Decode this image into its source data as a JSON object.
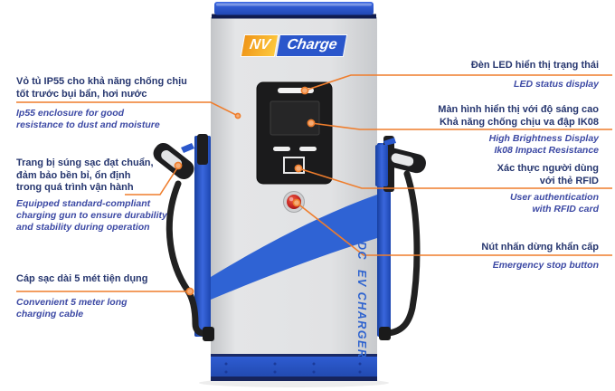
{
  "device": {
    "brand": {
      "nv": "NV",
      "charge": "Charge"
    },
    "side_label": "DC  EV CHARGER"
  },
  "callouts": {
    "left": [
      {
        "vi": "Vỏ tủ IP55 cho khả năng chống chịu\ntốt trước bụi bẩn, hơi nước",
        "en": "Ip55 enclosure for good\nresistance to dust and moisture"
      },
      {
        "vi": "Trang bị súng sạc đạt chuẩn,\nđảm bảo bền bỉ, ổn định\ntrong quá trình vận hành",
        "en": "Equipped standard-compliant\ncharging gun to ensure durability\nand stability during operation"
      },
      {
        "vi": "Cáp sạc dài 5 mét tiện dụng",
        "en": "Convenient 5 meter long\ncharging cable"
      }
    ],
    "right": [
      {
        "vi": "Đèn LED hiển thị trạng thái",
        "en": "LED status display"
      },
      {
        "vi": "Màn hình hiển thị với độ sáng cao\nKhả năng chống chịu va đập IK08",
        "en": "High Brightness Display\nIk08 Impact Resistance"
      },
      {
        "vi": "Xác thực người dùng\nvới thẻ RFID",
        "en": "User authentication\nwith RFID card"
      },
      {
        "vi": "Nút nhấn dừng khẩn cấp",
        "en": "Emergency stop button"
      }
    ]
  },
  "colors": {
    "accent_orange": "#ef7d2c",
    "brand_blue": "#2a56cb",
    "vietnamese_text": "#26366f",
    "english_text": "#3c49a4",
    "logo_orange": "#ef9417",
    "logo_yellow": "#fdc93f",
    "stop_button_red": "#c22220"
  }
}
